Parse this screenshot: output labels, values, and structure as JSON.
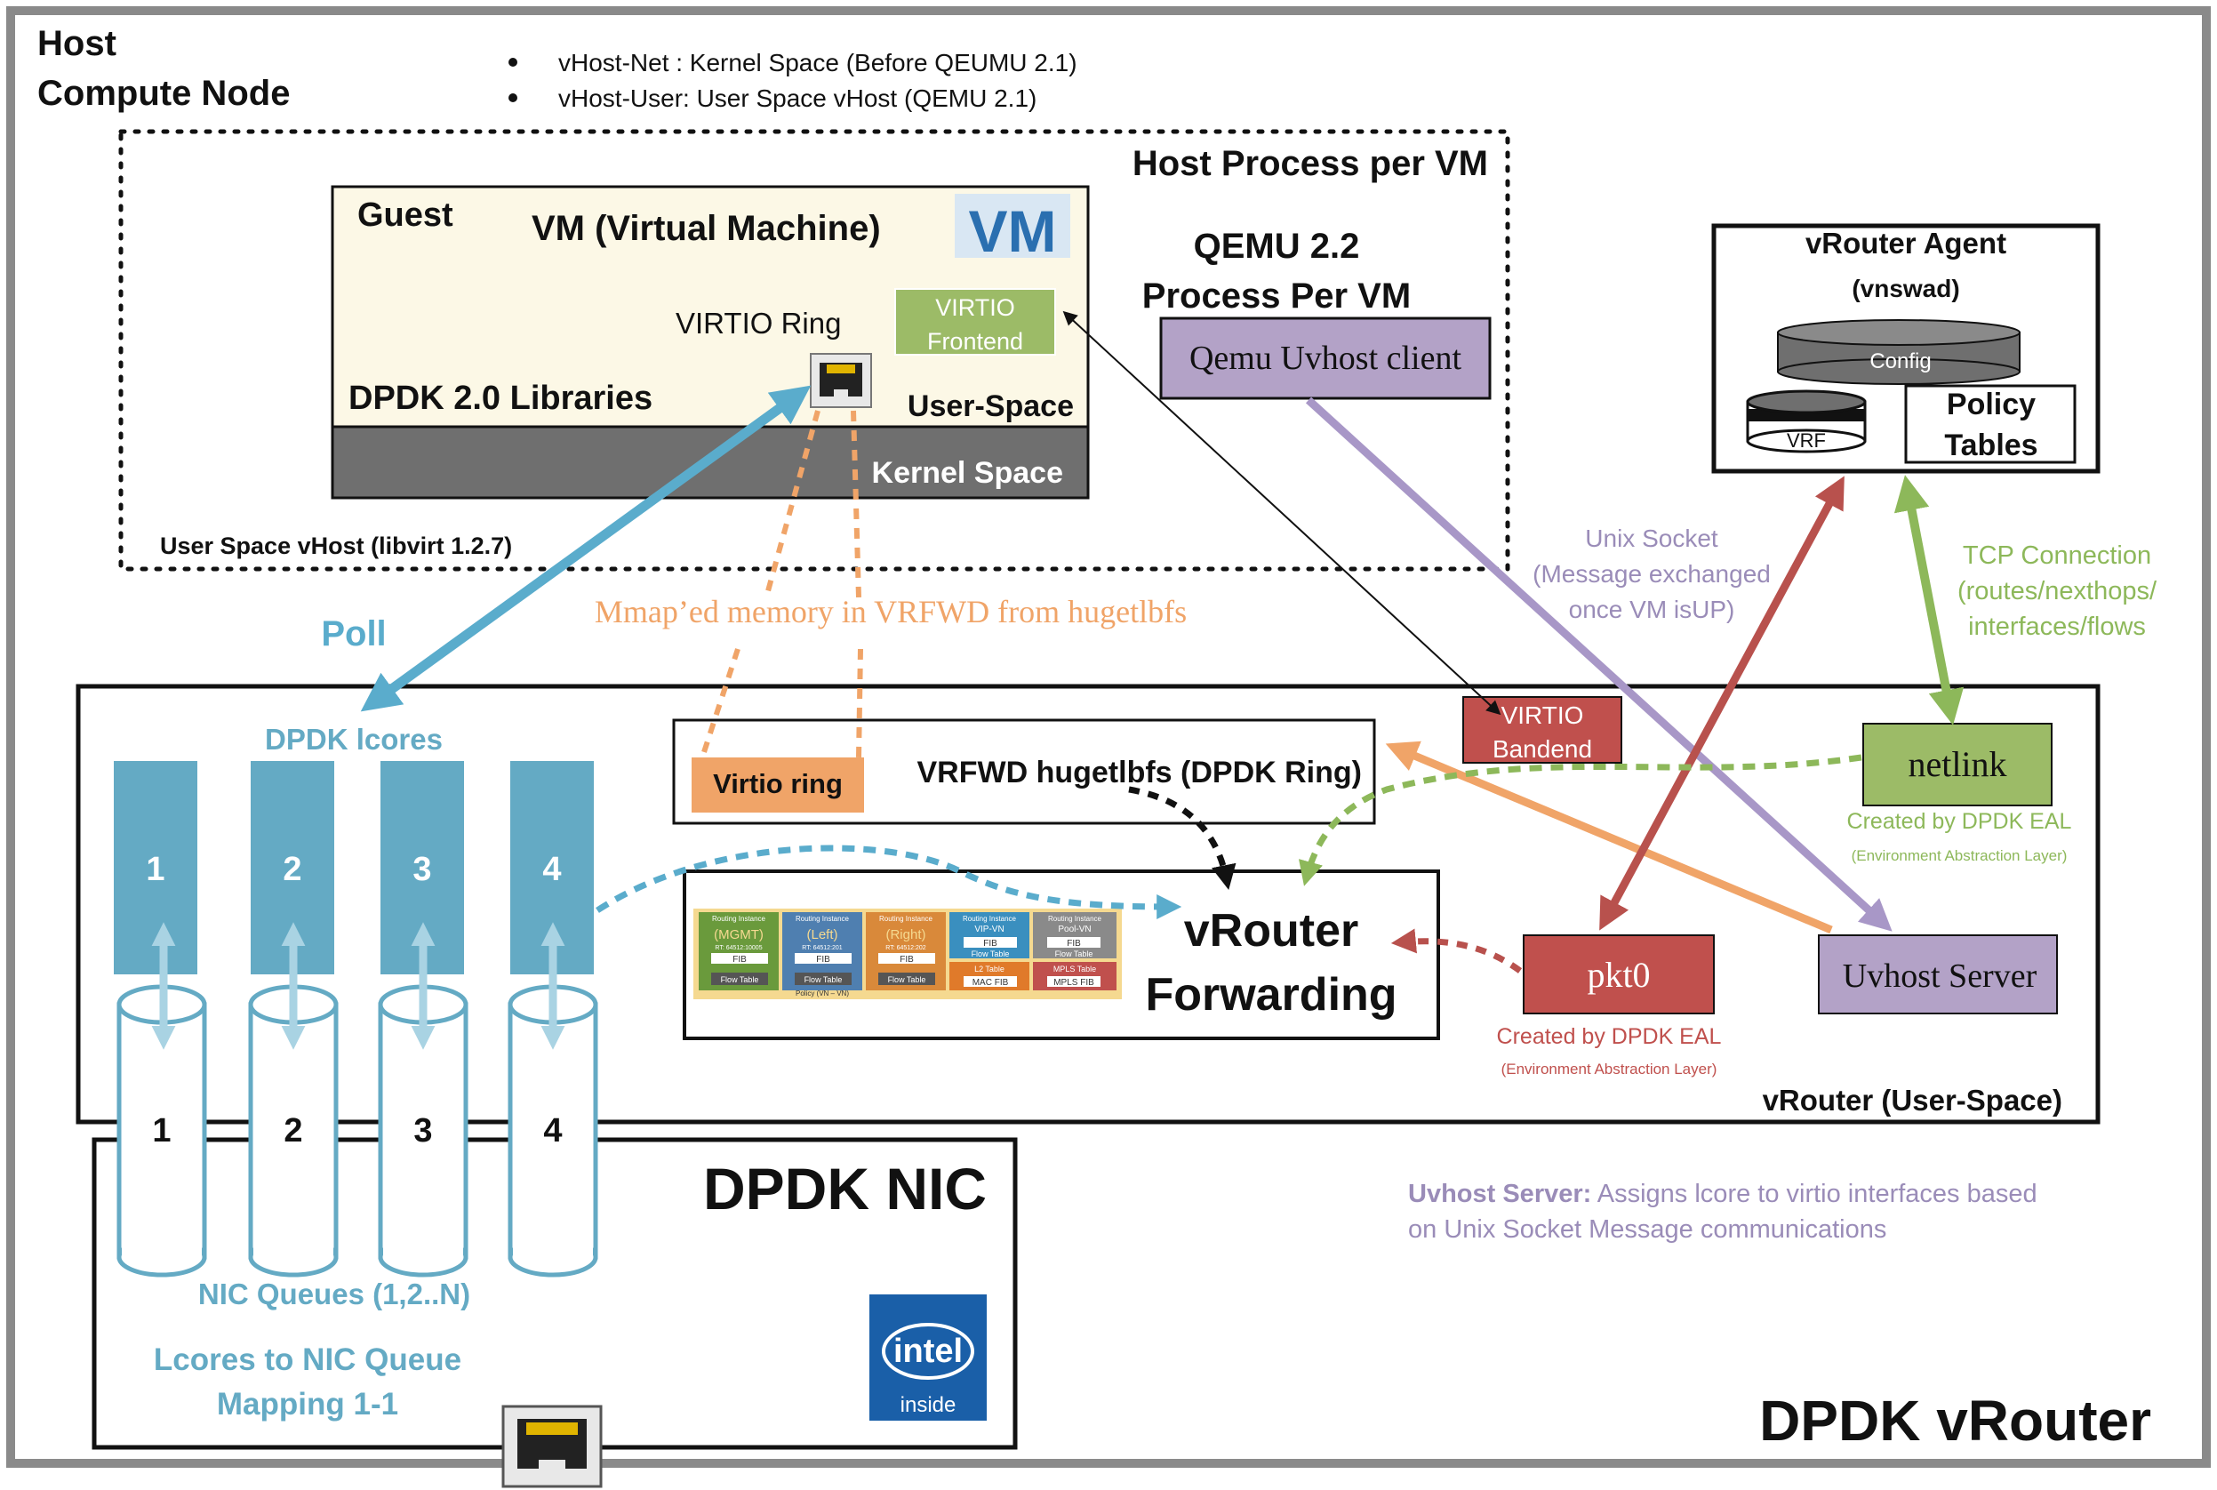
{
  "host": {
    "title_line1": "Host",
    "title_line2": "Compute Node",
    "bullets": [
      "vHost-Net : Kernel Space (Before QEUMU 2.1)",
      "vHost-User: User Space vHost (QEMU 2.1)"
    ]
  },
  "host_process": {
    "title": "Host Process per VM",
    "vhost_label": "User Space vHost (libvirt 1.2.7)",
    "qemu_line1": "QEMU 2.2",
    "qemu_line2": "Process Per VM",
    "qemu_client": "Qemu Uvhost client"
  },
  "guest": {
    "label": "Guest",
    "vm_title": "VM (Virtual Machine)",
    "vm_logo": "VM",
    "virtio_ring": "VIRTIO Ring",
    "virtio_frontend_line1": "VIRTIO",
    "virtio_frontend_line2": "Frontend",
    "dpdk_libs": "DPDK 2.0 Libraries",
    "user_space": "User-Space",
    "kernel_space": "Kernel Space"
  },
  "agent": {
    "title": "vRouter Agent",
    "subtitle": "(vnswad)",
    "config": "Config",
    "vrf": "VRF",
    "policy_line1": "Policy",
    "policy_line2": "Tables"
  },
  "annotations": {
    "poll": "Poll",
    "mmap": "Mmap’ed memory in VRFWD from hugetlbfs",
    "unix_socket_1": "Unix Socket",
    "unix_socket_2": "(Message exchanged",
    "unix_socket_3": "once VM isUP)",
    "tcp_1": "TCP Connection",
    "tcp_2": "(routes/nexthops/",
    "tcp_3": "interfaces/flows"
  },
  "vrouter": {
    "label": "vRouter (User-Space)",
    "lcores_label": "DPDK lcores",
    "lcores": [
      "1",
      "2",
      "3",
      "4"
    ],
    "virtio_ring": "Virtio ring",
    "hugetlbfs": "VRFWD hugetlbfs (DPDK Ring)",
    "virtio_backend_line1": "VIRTIO",
    "virtio_backend_line2": "Bandend",
    "netlink": "netlink",
    "netlink_created": "Created by DPDK EAL",
    "netlink_eal": "(Environment Abstraction Layer)",
    "forwarding_line1": "vRouter",
    "forwarding_line2": "Forwarding",
    "pkt0": "pkt0",
    "pkt0_created": "Created by DPDK EAL",
    "pkt0_eal": "(Environment Abstraction Layer)",
    "uvhost_server": "Uvhost Server",
    "routing_instances": [
      {
        "head": "Routing Instance",
        "name": "(MGMT)",
        "rt": "RT: 64512:10005",
        "fib": "FIB",
        "table": "Flow Table",
        "color": "#6a9a3c"
      },
      {
        "head": "Routing Instance",
        "name": "(Left)",
        "rt": "RT: 64512:201",
        "fib": "FIB",
        "table": "Flow Table",
        "color": "#4f7fb0"
      },
      {
        "head": "Routing Instance",
        "name": "(Right)",
        "rt": "RT: 64512:202",
        "fib": "FIB",
        "table": "Flow Table",
        "color": "#d9893a"
      },
      {
        "head": "Routing Instance",
        "name": "VIP-VN",
        "rt": "",
        "fib": "FIB",
        "table": "Flow Table",
        "color": "#3a8fbf"
      },
      {
        "head": "Routing Instance",
        "name": "Pool-VN",
        "rt": "",
        "fib": "FIB",
        "table": "Flow Table",
        "color": "#8a8a8a"
      }
    ],
    "policy_strip": "Policy (VN – VN)",
    "l2_table": "L2 Table",
    "mac_fib": "MAC FIB",
    "mpls_table": "MPLS Table",
    "mpls_fib": "MPLS FIB"
  },
  "nic": {
    "title": "DPDK NIC",
    "queues": [
      "1",
      "2",
      "3",
      "4"
    ],
    "queues_label": "NIC Queues (1,2..N)",
    "mapping_line1": "Lcores to NIC Queue",
    "mapping_line2": "Mapping 1-1",
    "intel_logo": "intel",
    "intel_inside": "inside"
  },
  "footer": {
    "uvhost_note_bold": "Uvhost Server:",
    "uvhost_note_1": " Assigns lcore to virtio interfaces based",
    "uvhost_note_2": "on Unix Socket Message communications",
    "brand": "DPDK vRouter"
  },
  "colors": {
    "lcore_blue": "#64aac4",
    "poll_blue": "#5aaccc",
    "orange": "#f0a468",
    "green": "#8db85a",
    "green_box": "#9cbb67",
    "red_box": "#c0504d",
    "purple_box": "#b3a2c7",
    "purple_arrow": "#a897c7",
    "red_arrow": "#b8514d",
    "gray_frame": "#8a8a8a",
    "kernel_gray": "#6f6f6f",
    "guest_bg": "#fcf8e6"
  }
}
